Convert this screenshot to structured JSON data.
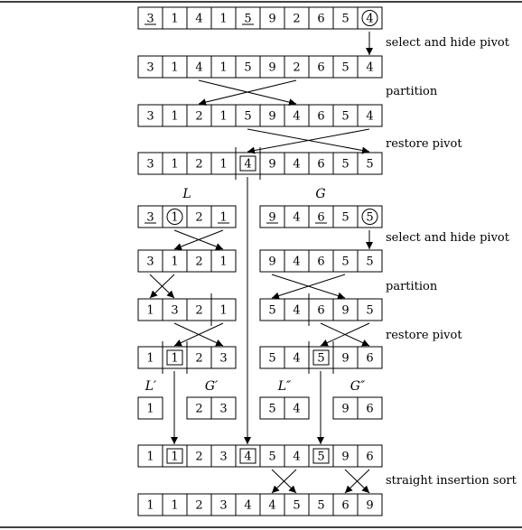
{
  "figure": {
    "rows": [
      {
        "id": "r1",
        "values": [
          "3",
          "1",
          "4",
          "1",
          "5",
          "9",
          "2",
          "6",
          "5",
          "4"
        ],
        "underline": [
          0,
          4
        ],
        "circle": [
          9
        ]
      },
      {
        "id": "r2",
        "values": [
          "3",
          "1",
          "4",
          "1",
          "5",
          "9",
          "2",
          "6",
          "5",
          "4"
        ]
      },
      {
        "id": "r3",
        "values": [
          "3",
          "1",
          "2",
          "1",
          "5",
          "9",
          "4",
          "6",
          "5",
          "4"
        ]
      },
      {
        "id": "r4",
        "values": [
          "3",
          "1",
          "2",
          "1",
          "4",
          "9",
          "4",
          "6",
          "5",
          "5"
        ],
        "boxed": [
          4
        ]
      },
      {
        "id": "r5L",
        "values": [
          "3",
          "1",
          "2",
          "1"
        ],
        "underline": [
          0,
          3
        ],
        "circle": [
          1
        ]
      },
      {
        "id": "r5G",
        "values": [
          "9",
          "4",
          "6",
          "5",
          "5"
        ],
        "underline": [
          0,
          2
        ],
        "circle": [
          4
        ]
      },
      {
        "id": "r6L",
        "values": [
          "3",
          "1",
          "2",
          "1"
        ]
      },
      {
        "id": "r6G",
        "values": [
          "9",
          "4",
          "6",
          "5",
          "5"
        ]
      },
      {
        "id": "r7L",
        "values": [
          "1",
          "3",
          "2",
          "1"
        ]
      },
      {
        "id": "r7G",
        "values": [
          "5",
          "4",
          "6",
          "9",
          "5"
        ]
      },
      {
        "id": "r8L",
        "values": [
          "1",
          "1",
          "2",
          "3"
        ],
        "boxed": [
          1
        ]
      },
      {
        "id": "r8G",
        "values": [
          "5",
          "4",
          "5",
          "9",
          "6"
        ],
        "boxed": [
          2
        ]
      },
      {
        "id": "r9a",
        "values": [
          "1"
        ]
      },
      {
        "id": "r9b",
        "values": [
          "2",
          "3"
        ]
      },
      {
        "id": "r9c",
        "values": [
          "5",
          "4"
        ]
      },
      {
        "id": "r9d",
        "values": [
          "9",
          "6"
        ]
      },
      {
        "id": "r10",
        "values": [
          "1",
          "1",
          "2",
          "3",
          "4",
          "5",
          "4",
          "5",
          "9",
          "6"
        ],
        "boxed": [
          1,
          4,
          7
        ]
      },
      {
        "id": "r11",
        "values": [
          "1",
          "1",
          "2",
          "3",
          "4",
          "4",
          "5",
          "5",
          "6",
          "9"
        ]
      }
    ],
    "step_labels": {
      "select_hide_1": "select and hide pivot",
      "partition_1": "partition",
      "restore_1": "restore pivot",
      "select_hide_2": "select and hide pivot",
      "partition_2": "partition",
      "restore_2": "restore pivot",
      "insertion": "straight insertion sort"
    },
    "sublist_labels": {
      "L": "L",
      "G": "G",
      "L1": "L′",
      "G1": "G′",
      "L2": "L″",
      "G2": "G″"
    }
  }
}
